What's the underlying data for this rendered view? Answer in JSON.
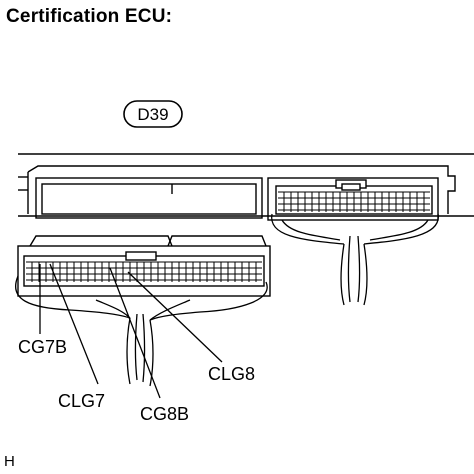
{
  "title": "Certification ECU:",
  "connector_code": "D39",
  "callouts": {
    "cg7b": "CG7B",
    "clg7": "CLG7",
    "cg8b": "CG8B",
    "clg8": "CLG8"
  },
  "footer_mark": "H"
}
